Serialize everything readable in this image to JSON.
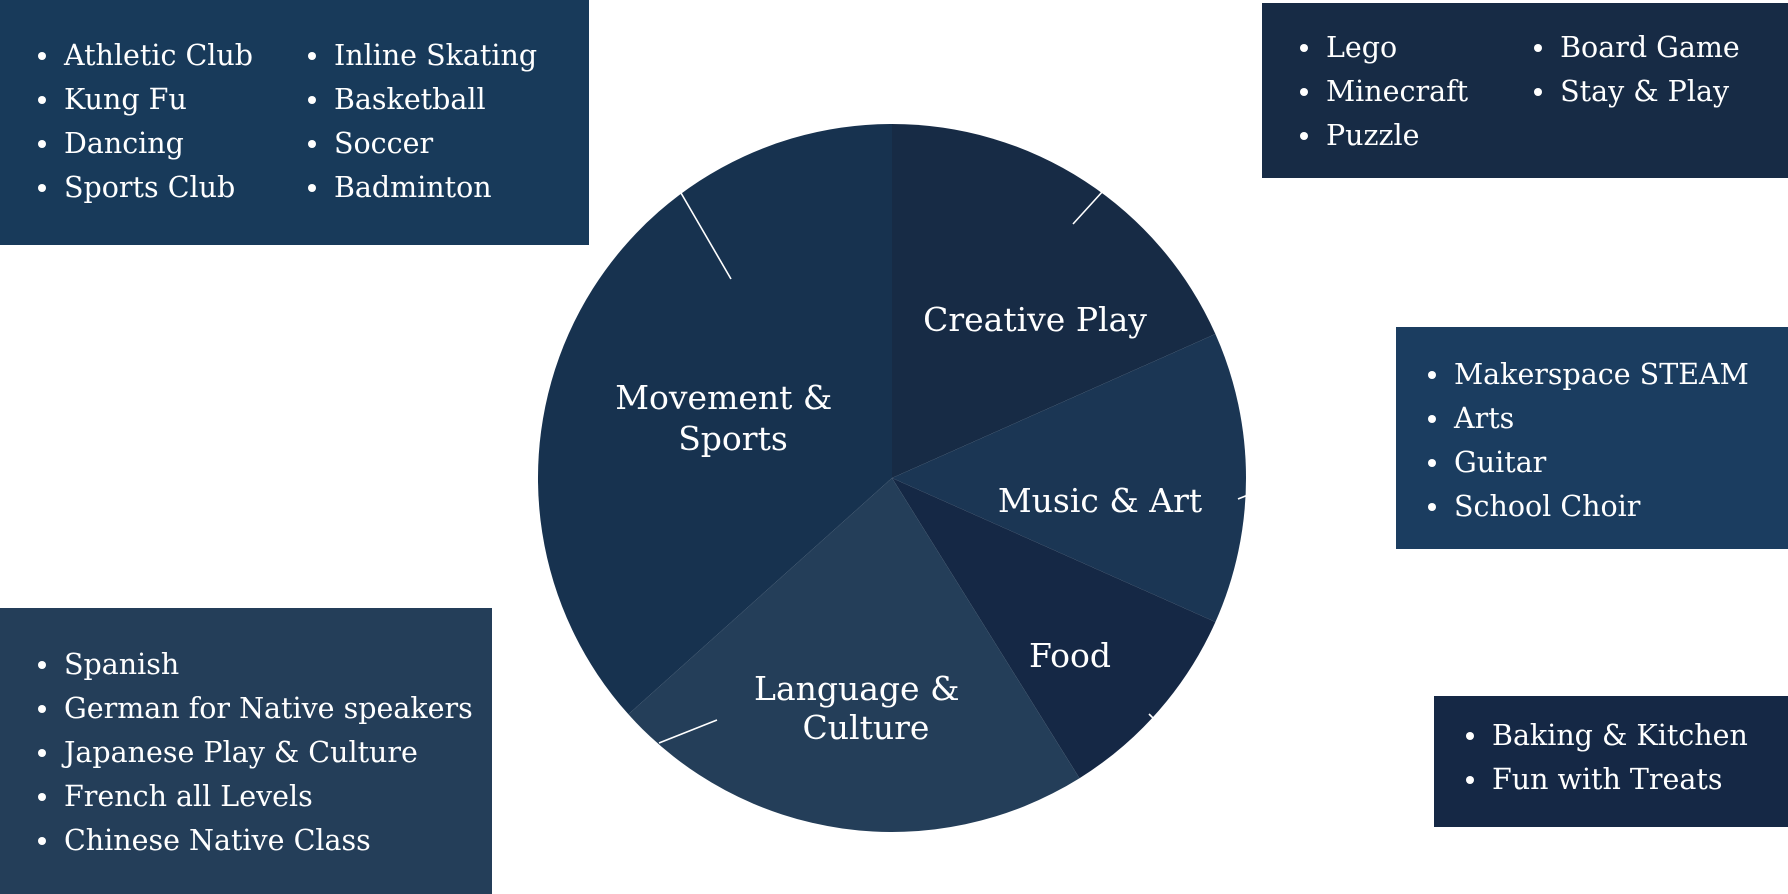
{
  "colors": {
    "background": "#ffffff",
    "text": "#ffffff",
    "movement_sports": "#17324f",
    "creative_play": "#172b45",
    "music_art": "#1b3654",
    "food": "#152845",
    "language_culture": "#243e59",
    "box_movement_sports": "#183a5a",
    "box_creative_play": "#172b45",
    "box_music_art": "#1b3d60",
    "box_food": "#152845",
    "box_language_culture": "#243e59",
    "connector": "#ffffff"
  },
  "categories": {
    "movement_sports": {
      "label_lines": [
        "Movement &",
        "Sports"
      ],
      "items_col1": [
        "Athletic Club",
        "Kung Fu",
        "Dancing",
        "Sports Club"
      ],
      "items_col2": [
        "Inline Skating",
        "Basketball",
        "Soccer",
        "Badminton"
      ]
    },
    "creative_play": {
      "label_lines": [
        "Creative Play"
      ],
      "items_col1": [
        "Lego",
        "Minecraft",
        "Puzzle"
      ],
      "items_col2": [
        "Board Game",
        "Stay & Play"
      ]
    },
    "music_art": {
      "label_lines": [
        "Music & Art"
      ],
      "items": [
        "Makerspace STEAM",
        "Arts",
        "Guitar",
        "School Choir"
      ]
    },
    "food": {
      "label_lines": [
        "Food"
      ],
      "items": [
        "Baking & Kitchen",
        "Fun with Treats"
      ]
    },
    "language_culture": {
      "label_lines": [
        "Language &",
        "Culture"
      ],
      "items": [
        "Spanish",
        "German for Native speakers",
        "Japanese Play & Culture",
        "French all Levels",
        "Chinese Native Class"
      ]
    }
  }
}
